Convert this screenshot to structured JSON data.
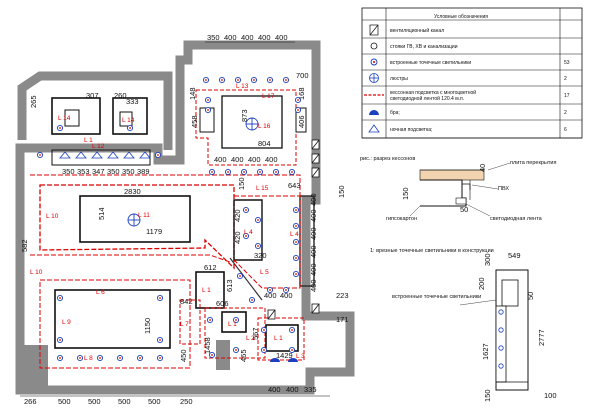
{
  "legend": {
    "title": "Условные обозначения",
    "rows": [
      {
        "icon": "ventilation-channel-icon",
        "text": "вентиляционный канал",
        "count": ""
      },
      {
        "icon": "riser-circle-icon",
        "text": "стояки ГВ, ХВ и канализации",
        "count": ""
      },
      {
        "icon": "spotlight-icon",
        "text": "встроенные точечные светильники",
        "count": "53"
      },
      {
        "icon": "chandelier-icon",
        "text": "люстры",
        "count": "2"
      },
      {
        "icon": "led-strip-icon",
        "text": "кессонная подсветка с многоцветной светодиодной лентой 120.4 м.п.",
        "count": "17"
      },
      {
        "icon": "sconce-icon",
        "text": "бра;",
        "count": "2"
      },
      {
        "icon": "night-light-icon",
        "text": "ночная подсветка;",
        "count": "6"
      }
    ]
  },
  "section": {
    "title": "рис.: разрез кессонов",
    "slab": "плита перекрытия",
    "pvc": "ПВХ",
    "gypsum": "гипсокартон",
    "led": "светодиодная лента",
    "dims": {
      "d40": "40",
      "d150": "150",
      "d50": "50"
    }
  },
  "detail": {
    "note": "1: врезные точечные светильники в конструкции",
    "spots": "встроенные точечные светильники",
    "dims": {
      "d549": "549",
      "d300": "300",
      "d200": "200",
      "d50": "50",
      "d2777": "2777",
      "d1627": "1627",
      "d150": "150",
      "d100": "100"
    }
  },
  "plan": {
    "top_dims": [
      "350",
      "400",
      "400",
      "400",
      "400"
    ],
    "bottom_dims": [
      "266",
      "500",
      "500",
      "500",
      "500",
      "250"
    ],
    "bottom_right_dims": [
      "400",
      "400",
      "335"
    ],
    "row_dims": [
      "350",
      "353",
      "347",
      "350",
      "350",
      "389"
    ],
    "right_col_dims": [
      "150",
      "400",
      "400",
      "400",
      "400",
      "400",
      "400"
    ],
    "inner_dims": {
      "d307": "307",
      "d265": "265",
      "d260": "260",
      "d333": "333",
      "d700": "700",
      "d148": "148",
      "d168": "168",
      "d458": "458",
      "d873": "873",
      "d406": "406",
      "d804": "804",
      "d400a": "400",
      "d400b": "400",
      "d400c": "400",
      "d400d": "400",
      "d150a": "150",
      "d643": "643",
      "d2830": "2830",
      "d514": "514",
      "d1179": "1179",
      "d582": "582",
      "d420a": "420",
      "d420b": "420",
      "d320": "320",
      "d612": "612",
      "d613": "613",
      "d842": "842",
      "d606": "606",
      "d1150": "1150",
      "d1458": "1458",
      "d450": "450",
      "d465": "465",
      "d567": "567",
      "d1429": "1429",
      "d171": "171",
      "d223": "223",
      "d400e": "400",
      "d400f": "400"
    },
    "labels": {
      "L1": "L 1",
      "L2": "L 2",
      "L3": "L 3",
      "L4": "L 4",
      "L5": "L 5",
      "L6": "L 6",
      "L7": "L 7",
      "L8": "L 8",
      "L9": "L 9",
      "L10": "L 10",
      "L11": "L 11",
      "L12": "L 12",
      "L13": "L 13",
      "L14": "L 14",
      "L15": "L 15",
      "L16": "L 16",
      "L17": "L 17"
    }
  }
}
